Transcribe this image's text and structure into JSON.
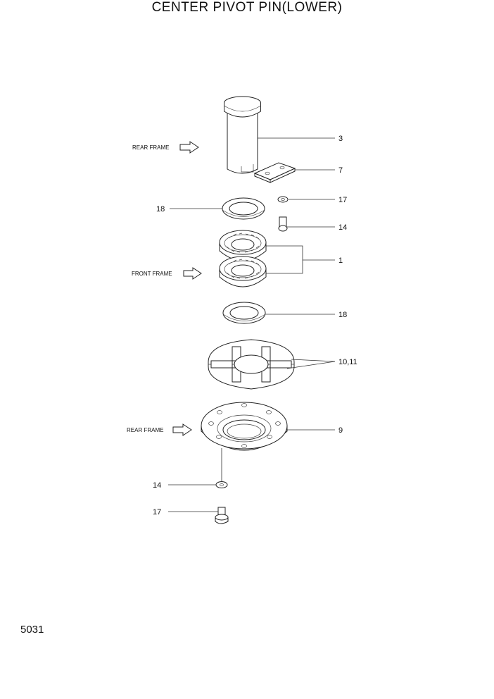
{
  "title": "CENTER PIVOT PIN(LOWER)",
  "page_number": "5031",
  "frame_labels": {
    "rear_frame_top": "REAR FRAME",
    "front_frame": "FRONT FRAME",
    "rear_frame_bottom": "REAR FRAME"
  },
  "callouts": {
    "pin": "3",
    "plate": "7",
    "washer_top": "17",
    "bolt_top": "14",
    "shim_upper": "18",
    "bearing": "1",
    "shim_lower": "18",
    "spacer": "10,11",
    "retainer": "9",
    "washer_bottom": "14",
    "bolt_bottom": "17"
  }
}
